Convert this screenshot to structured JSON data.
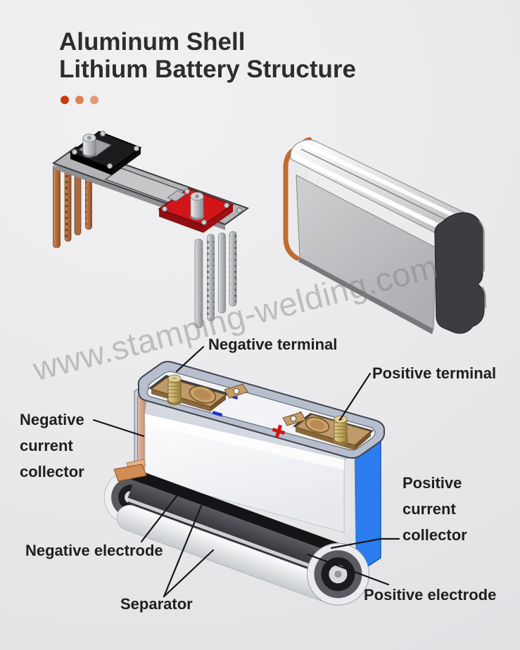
{
  "title": {
    "line1": "Aluminum Shell",
    "line2": "Lithium Battery Structure"
  },
  "accent_dots": [
    "#c63d08",
    "#e08055",
    "#e39a77"
  ],
  "watermark": {
    "text": "www.stamping-welding.com"
  },
  "labels": {
    "negative_terminal": "Negative terminal",
    "positive_terminal": "Positive terminal",
    "negative_current_collector": [
      "Negative",
      "current",
      "collector"
    ],
    "positive_current_collector": [
      "Positive",
      "current",
      "collector"
    ],
    "negative_electrode": "Negative electrode",
    "separator": "Separator",
    "positive_electrode": "Positive electrode"
  },
  "marks": {
    "positive_symbol": "+",
    "negative_symbol": "−",
    "positive_color": "#d31414",
    "negative_color": "#2233c8"
  },
  "colors": {
    "title_text": "#2d2d2d",
    "label_text": "#1f1f1f",
    "watermark_gray": "#7d7d7d",
    "shell_side_blue": "#2b7df0",
    "terminal_copper": "#bf9a6a",
    "negative_block_black": "#1c1c1e",
    "positive_block_red": "#d21519",
    "collector_pink": "#d0a18a"
  }
}
